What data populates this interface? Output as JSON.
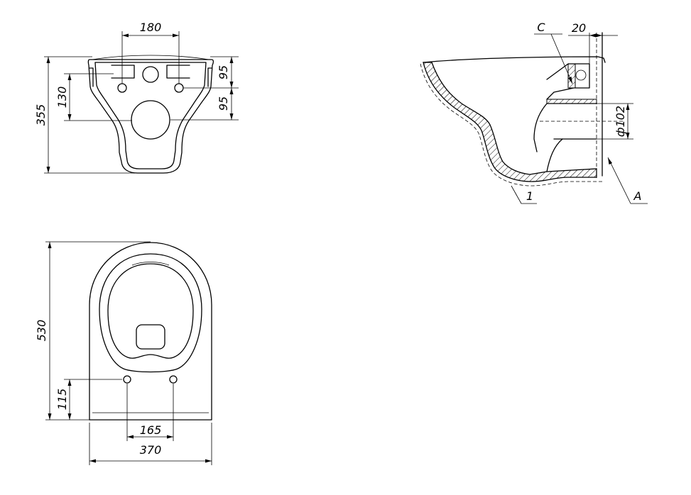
{
  "dimensions": {
    "front_hole_spacing": "180",
    "front_height_total": "355",
    "front_height_inner": "130",
    "front_upper_offset": "95",
    "front_lower_offset": "95",
    "top_length": "530",
    "top_bolt_offset": "115",
    "top_bolt_spacing": "165",
    "top_width": "370",
    "side_offset": "20",
    "side_outlet_diameter": "ф102"
  },
  "callouts": {
    "detail_c": "C",
    "wall_a": "A",
    "part_1": "1"
  }
}
